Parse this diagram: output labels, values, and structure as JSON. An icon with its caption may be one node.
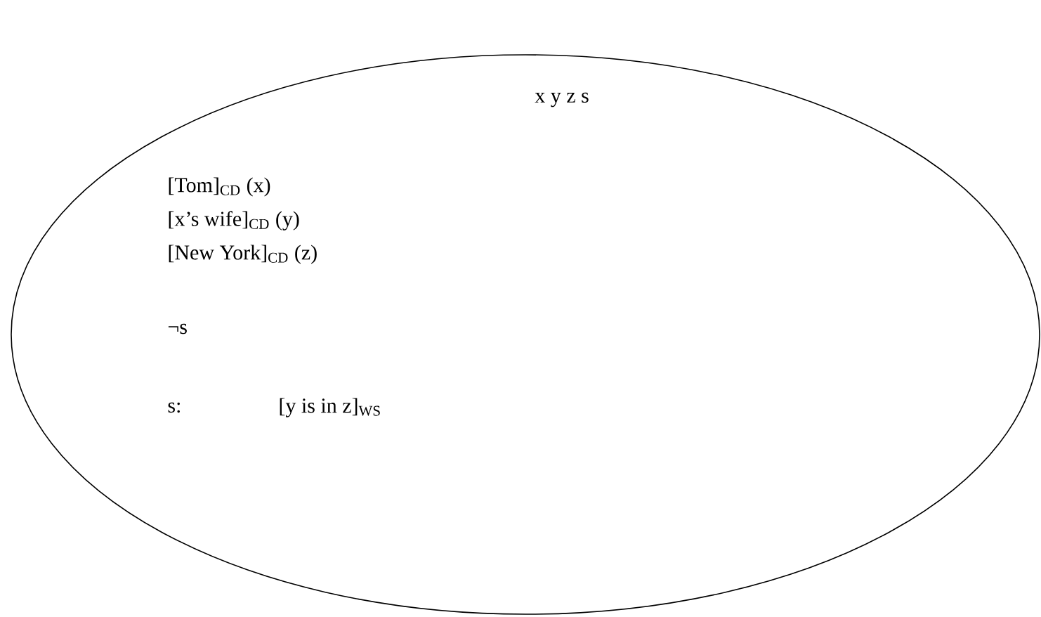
{
  "diagram": {
    "nodes": [
      {
        "text": [
          "x y z s",
          "[Tom]$_{CD}$ (x)",
          "[x’s wife]$_{CD}$ (y)",
          "[New York]$_{CD}$ (z)",
          "¬s",
          "s:",
          "[y is in z]$_{WS}$"
        ]
      }
    ]
  }
}
